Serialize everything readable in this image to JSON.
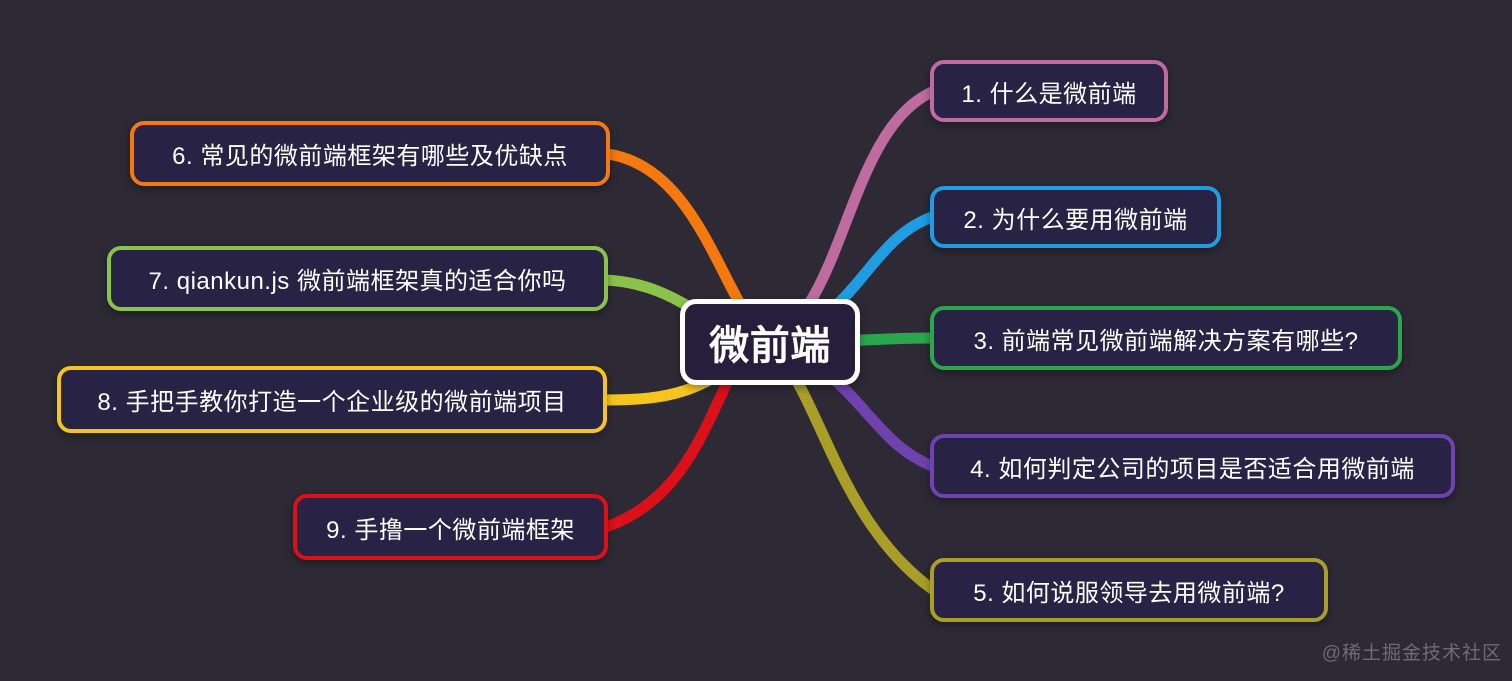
{
  "canvas": {
    "background": "#2d2935",
    "node_fill": "#282245",
    "node_text_color": "#ffffff"
  },
  "root": {
    "label": "微前端",
    "fill": "#251f3b",
    "border_color": "#ffffff",
    "text_color": "#ffffff"
  },
  "nodes": [
    {
      "id": "1",
      "label": "1. 什么是微前端",
      "color": "#be6b9f",
      "side": "right"
    },
    {
      "id": "2",
      "label": "2. 为什么要用微前端",
      "color": "#1f9de2",
      "side": "right"
    },
    {
      "id": "3",
      "label": "3. 前端常见微前端解决方案有哪些?",
      "color": "#2aa74c",
      "side": "right"
    },
    {
      "id": "4",
      "label": "4. 如何判定公司的项目是否适合用微前端",
      "color": "#6f42b0",
      "side": "right"
    },
    {
      "id": "5",
      "label": "5. 如何说服领导去用微前端?",
      "color": "#a89e28",
      "side": "right"
    },
    {
      "id": "6",
      "label": "6. 常见的微前端框架有哪些及优缺点",
      "color": "#f5790f",
      "side": "left"
    },
    {
      "id": "7",
      "label": "7. qiankun.js 微前端框架真的适合你吗",
      "color": "#8bc34a",
      "side": "left"
    },
    {
      "id": "8",
      "label": "8. 手把手教你打造一个企业级的微前端项目",
      "color": "#f6c51d",
      "side": "left"
    },
    {
      "id": "9",
      "label": "9. 手撸一个微前端框架",
      "color": "#dc1018",
      "side": "left"
    }
  ],
  "watermark": {
    "text": "@稀土掘金技术社区",
    "color": "#6f6a75"
  }
}
